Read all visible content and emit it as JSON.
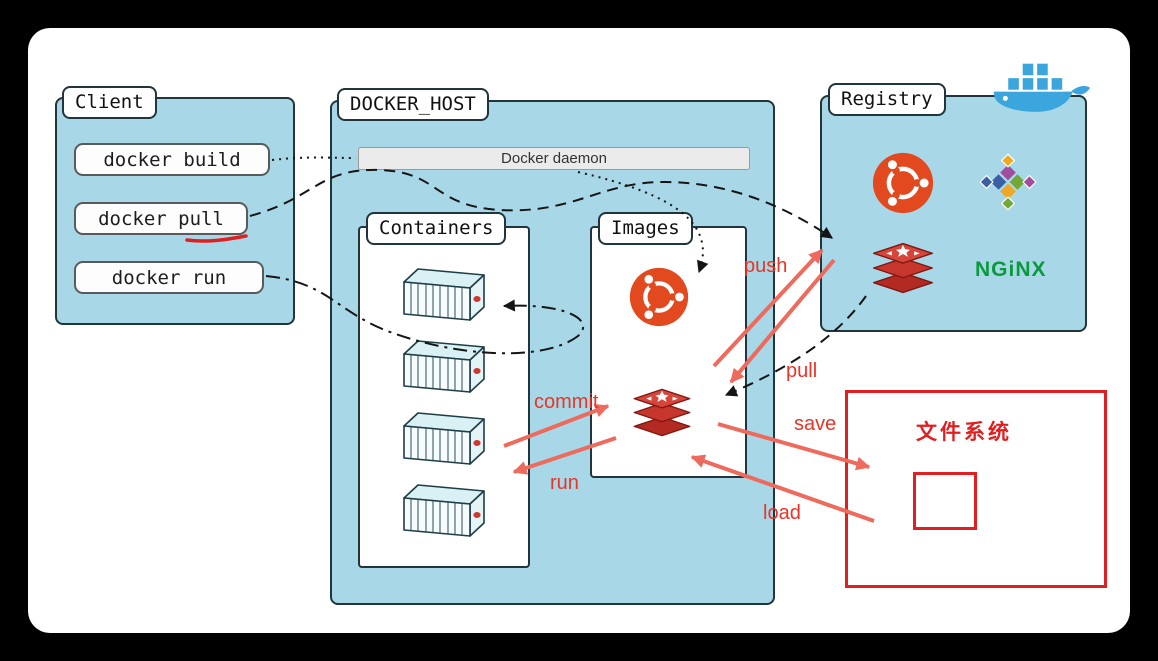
{
  "client": {
    "label": "Client",
    "commands": [
      "docker build",
      "docker pull",
      "docker run"
    ]
  },
  "docker_host": {
    "label": "DOCKER_HOST",
    "daemon_label": "Docker daemon",
    "containers_label": "Containers",
    "images_label": "Images"
  },
  "registry": {
    "label": "Registry",
    "nginx_label": "NGiNX"
  },
  "filesystem": {
    "label": "文件系统"
  },
  "flow_labels": {
    "push": "push",
    "pull": "pull",
    "commit": "commit",
    "run": "run",
    "save": "save",
    "load": "load"
  },
  "icons": {
    "docker_whale": "docker-whale-icon",
    "ubuntu": "ubuntu-icon",
    "centos": "centos-icon",
    "redis": "redis-icon",
    "container": "container-icon"
  },
  "colors": {
    "panel_blue": "#a8d8e8",
    "annotation_red": "#e93426",
    "arrow_red": "#ee6a5c",
    "filesystem_red": "#e02020",
    "ubuntu_orange": "#e2491f",
    "redis_red": "#c6362c",
    "nginx_green": "#0a9a3c",
    "docker_blue": "#3aa6dd"
  }
}
